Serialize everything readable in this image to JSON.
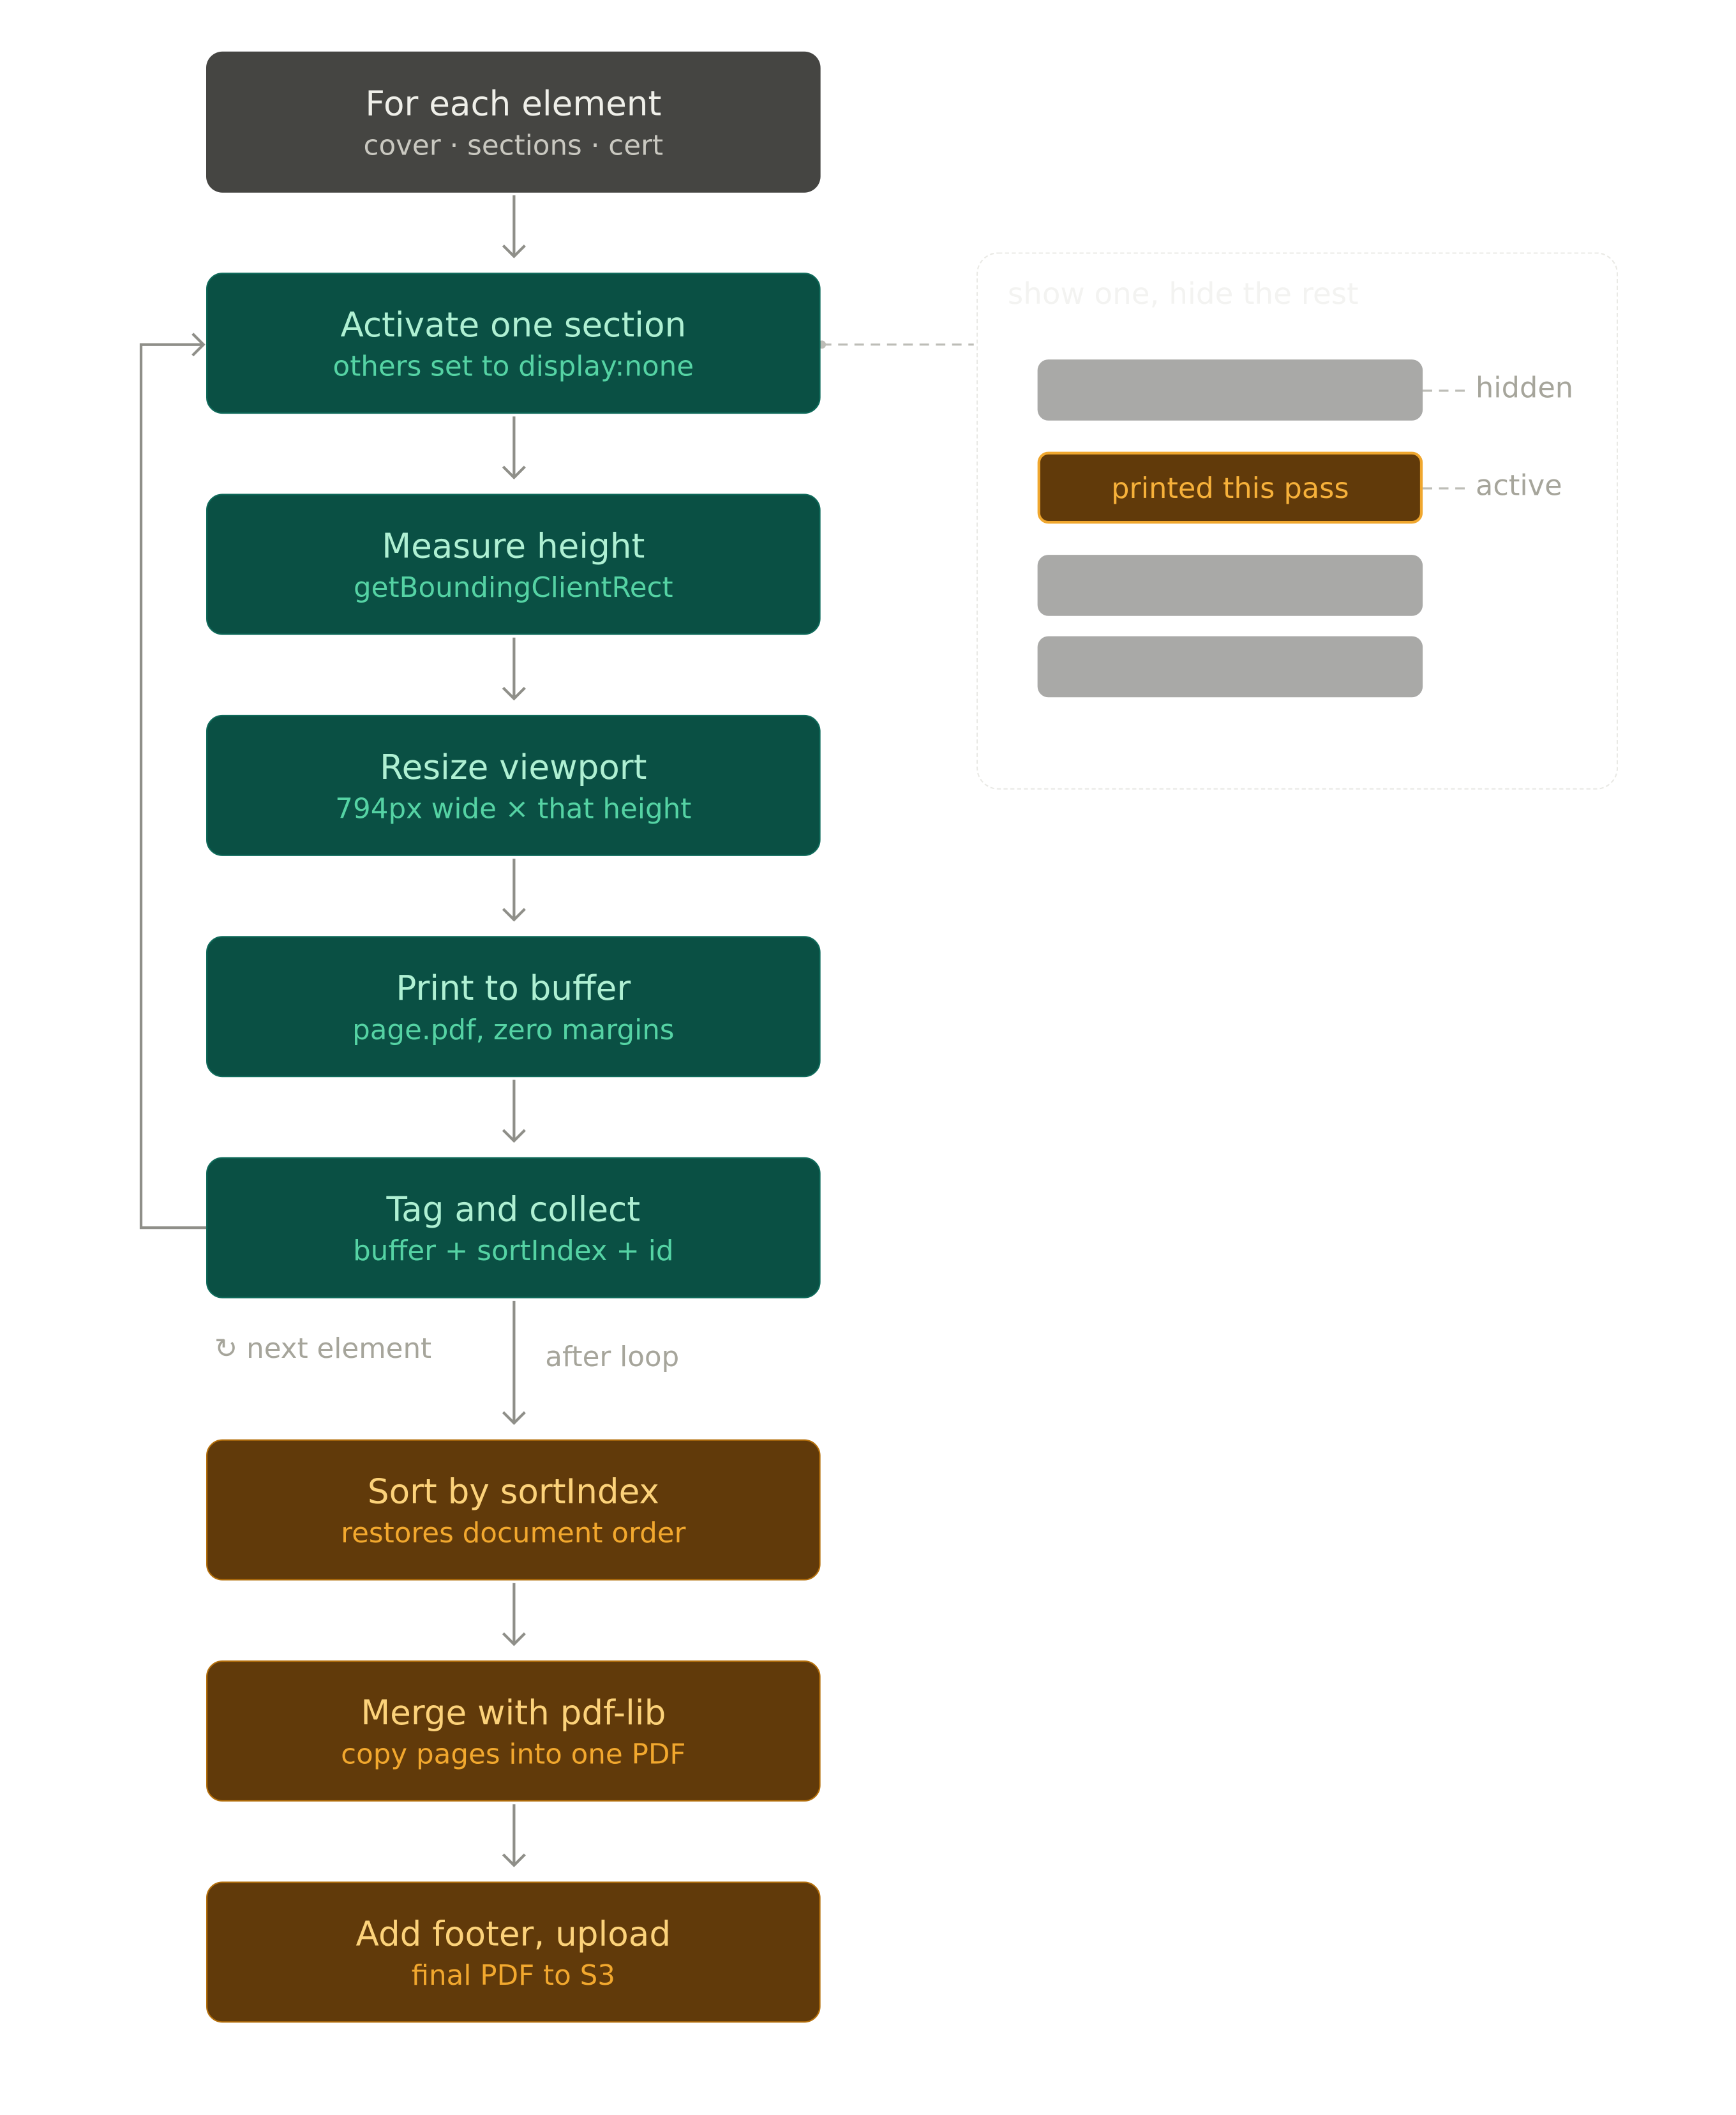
{
  "colors": {
    "head_fill": "#454542",
    "loop_fill": "#0a5044",
    "loop_title": "#aff0d3",
    "loop_sub": "#55d3a4",
    "final_fill": "#613a0a",
    "final_title": "#fcd27a",
    "final_sub": "#f2a82e",
    "connector": "#8f8f89",
    "hidden_bar": "#a9a9a7"
  },
  "steps": [
    {
      "title": "For each element",
      "subtitle": "cover · sections · cert"
    },
    {
      "title": "Activate one section",
      "subtitle": "others set to display:none"
    },
    {
      "title": "Measure height",
      "subtitle": "getBoundingClientRect"
    },
    {
      "title": "Resize viewport",
      "subtitle": "794px wide × that height"
    },
    {
      "title": "Print to buffer",
      "subtitle": "page.pdf, zero margins"
    },
    {
      "title": "Tag and collect",
      "subtitle": "buffer + sortIndex + id"
    },
    {
      "title": "Sort by sortIndex",
      "subtitle": "restores document order"
    },
    {
      "title": "Merge with pdf-lib",
      "subtitle": "copy pages into one PDF"
    },
    {
      "title": "Add footer, upload",
      "subtitle": "final PDF to S3"
    }
  ],
  "edges": {
    "loop_back": {
      "icon": "refresh-icon",
      "glyph": "↻",
      "label": "next element"
    },
    "exit": {
      "label": "after loop"
    }
  },
  "side_panel": {
    "title": "show one, hide the rest",
    "active_text": "printed this pass",
    "hidden_label": "hidden",
    "active_label": "active"
  }
}
